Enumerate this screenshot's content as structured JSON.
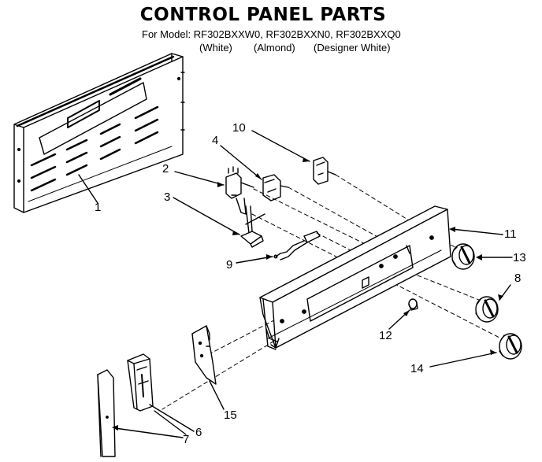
{
  "header": {
    "title": "CONTROL PANEL PARTS",
    "model_line": "For Model: RF302BXXW0, RF302BXXN0, RF302BXXQ0",
    "colors": [
      "(White)",
      "(Almond)",
      "(Designer White)"
    ]
  },
  "callouts": [
    "1",
    "2",
    "3",
    "4",
    "6",
    "7",
    "8",
    "9",
    "10",
    "11",
    "12",
    "13",
    "14",
    "15"
  ],
  "colors": {
    "ink": "#000000",
    "paper": "#ffffff"
  }
}
